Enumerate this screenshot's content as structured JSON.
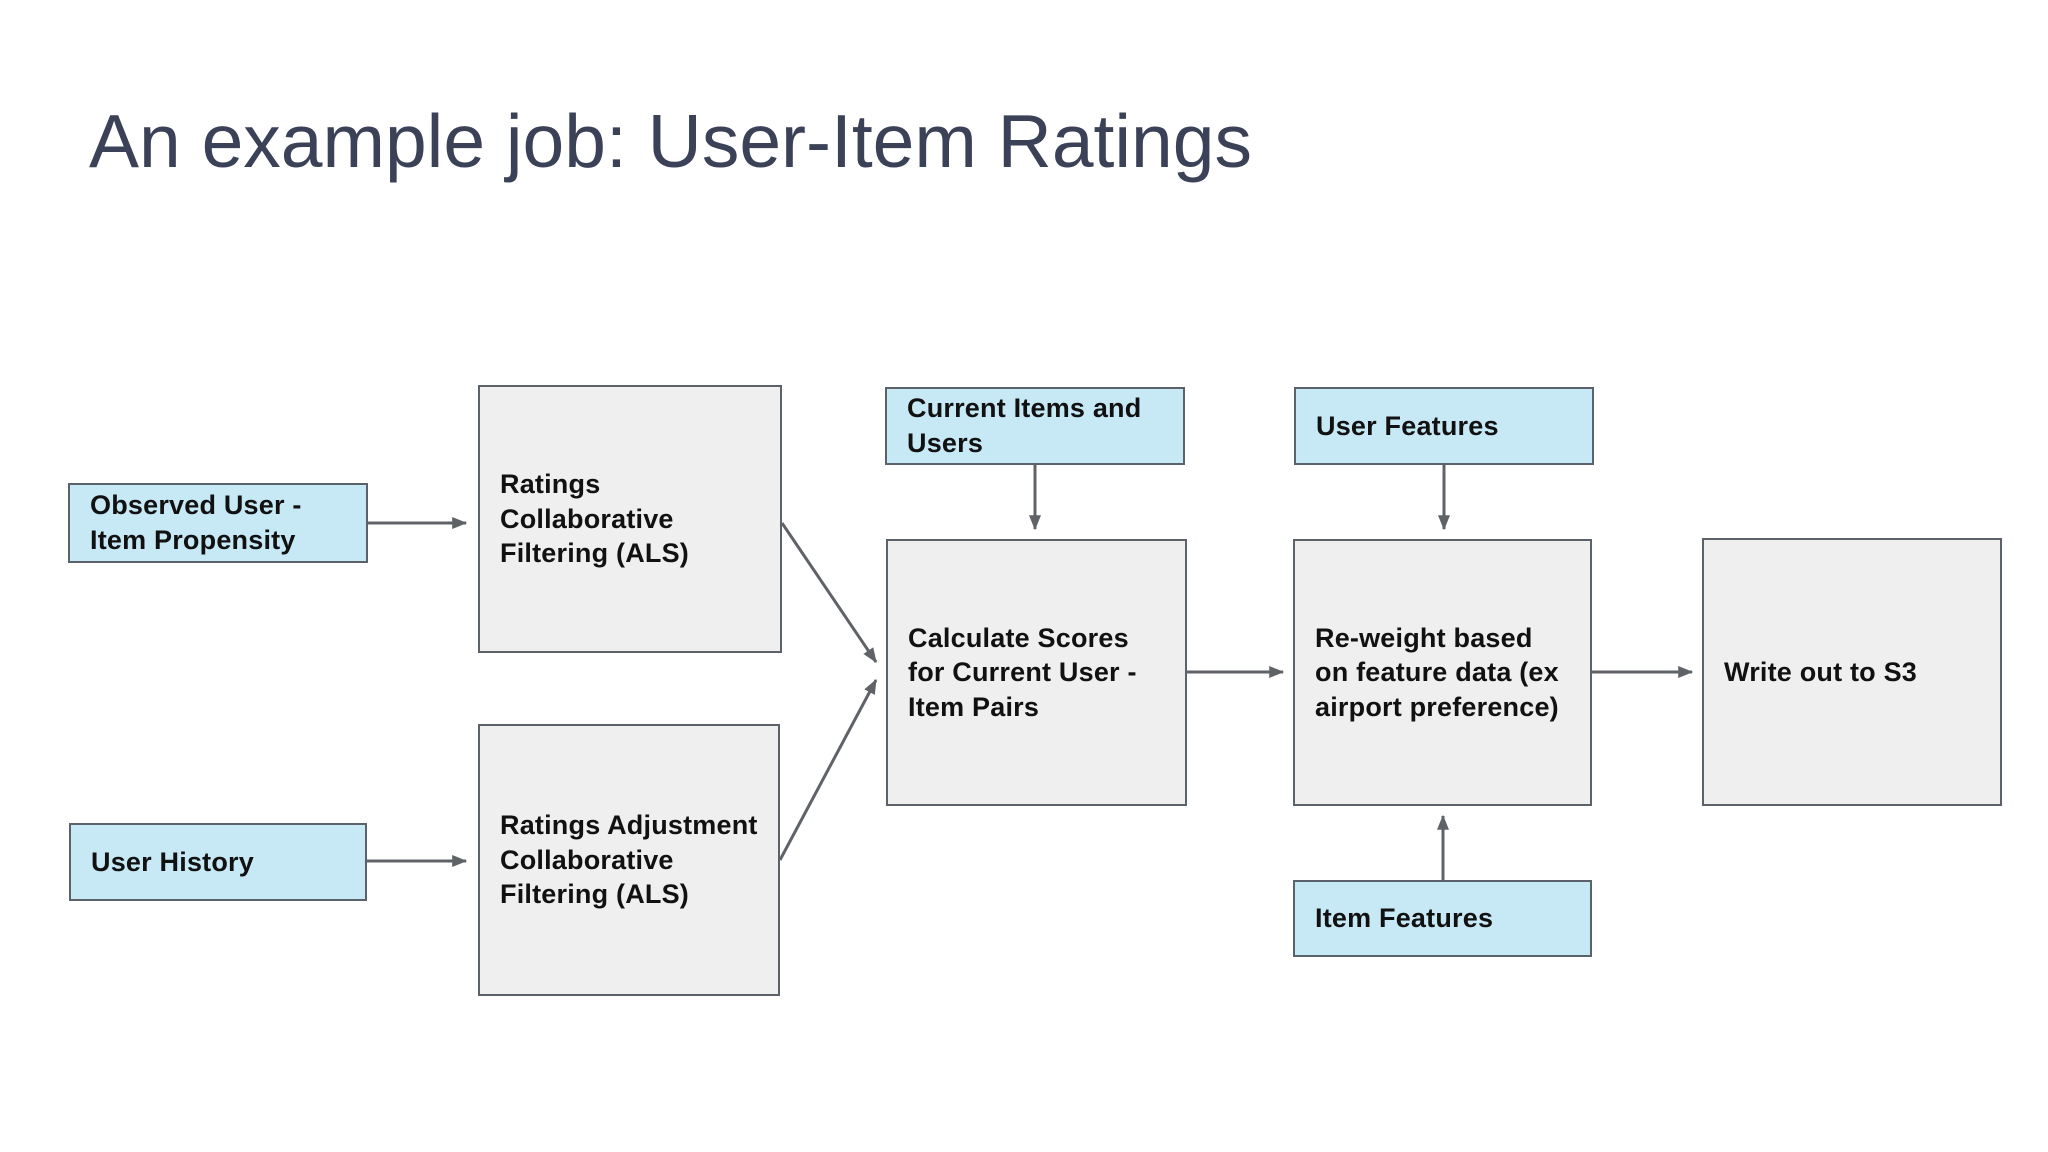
{
  "title": "An example job: User-Item Ratings",
  "colors": {
    "background": "#ffffff",
    "title-text": "#3b4257",
    "node-text": "#111111",
    "blue-fill": "#c7e9f6",
    "gray-fill": "#efefef",
    "node-border": "#5c6269",
    "arrow": "#5f6368"
  },
  "nodes": [
    {
      "id": "observed-user-item-propensity",
      "label": "Observed User - Item Propensity",
      "kind": "data-input"
    },
    {
      "id": "ratings-collaborative-filtering-als",
      "label": "Ratings Collaborative Filtering (ALS)",
      "kind": "process"
    },
    {
      "id": "user-history",
      "label": "User History",
      "kind": "data-input"
    },
    {
      "id": "ratings-adjustment-collaborative-filtering-als",
      "label": "Ratings Adjustment Collaborative Filtering (ALS)",
      "kind": "process"
    },
    {
      "id": "current-items-and-users",
      "label": "Current Items and Users",
      "kind": "data-input"
    },
    {
      "id": "calculate-scores-for-current-user-item-pairs",
      "label": "Calculate Scores for Current User - Item Pairs",
      "kind": "process"
    },
    {
      "id": "user-features",
      "label": "User Features",
      "kind": "data-input"
    },
    {
      "id": "re-weight-based-on-feature-data",
      "label": "Re-weight based on feature data (ex airport preference)",
      "kind": "process"
    },
    {
      "id": "item-features",
      "label": "Item Features",
      "kind": "data-input"
    },
    {
      "id": "write-out-to-s3",
      "label": "Write out to S3",
      "kind": "output"
    }
  ],
  "edges": [
    {
      "from": "observed-user-item-propensity",
      "to": "ratings-collaborative-filtering-als"
    },
    {
      "from": "user-history",
      "to": "ratings-adjustment-collaborative-filtering-als"
    },
    {
      "from": "ratings-collaborative-filtering-als",
      "to": "calculate-scores-for-current-user-item-pairs"
    },
    {
      "from": "ratings-adjustment-collaborative-filtering-als",
      "to": "calculate-scores-for-current-user-item-pairs"
    },
    {
      "from": "current-items-and-users",
      "to": "calculate-scores-for-current-user-item-pairs"
    },
    {
      "from": "user-features",
      "to": "re-weight-based-on-feature-data"
    },
    {
      "from": "item-features",
      "to": "re-weight-based-on-feature-data"
    },
    {
      "from": "calculate-scores-for-current-user-item-pairs",
      "to": "re-weight-based-on-feature-data"
    },
    {
      "from": "re-weight-based-on-feature-data",
      "to": "write-out-to-s3"
    }
  ]
}
